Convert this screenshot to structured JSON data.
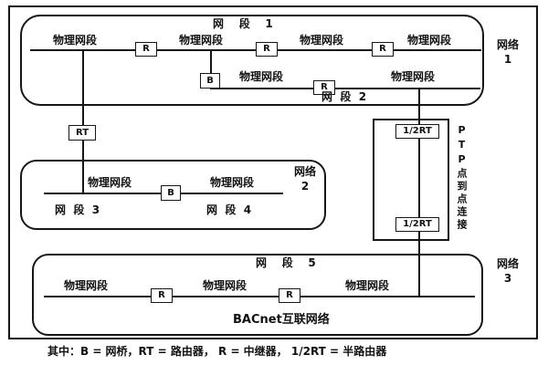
{
  "title": "BACnet互联网络",
  "legend": "其中：B = 网桥，RT = 路由器， R = 中继器， 1/2RT = 半路由器",
  "terms": {
    "physical_segment": "物理网段",
    "repeater": "R",
    "bridge": "B",
    "router": "RT",
    "half_router": "1/2RT"
  },
  "network1": {
    "name": "网络\n1",
    "segment1_label": "网    段    1",
    "segment2_label": "网  段  2"
  },
  "network2": {
    "name": "网络\n2",
    "segment3_label": "网  段  3",
    "segment4_label": "网  段  4"
  },
  "network3": {
    "name": "网络\n3",
    "segment5_label": "网    段    5"
  },
  "ptp": {
    "label": "PTP点到点连接",
    "top_device": "1/2RT",
    "bottom_device": "1/2RT"
  },
  "colors": {
    "line": "#161616",
    "background": "#ffffff"
  }
}
